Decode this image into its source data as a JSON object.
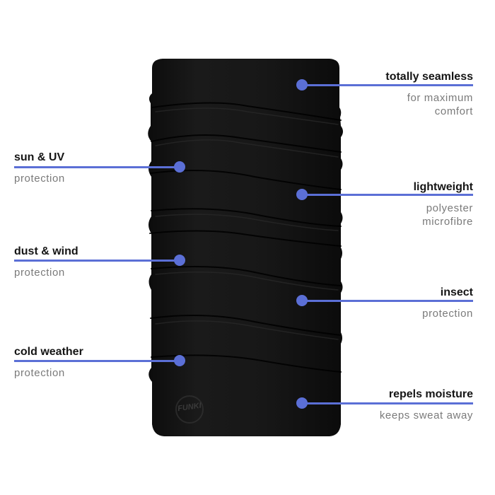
{
  "product": {
    "logo_text": "FUNKI",
    "accent_color": "#5b6fd6",
    "fabric_color": "#141414"
  },
  "features_left": [
    {
      "id": "sun-uv",
      "title": "sun & UV",
      "subtitle": [
        "protection"
      ]
    },
    {
      "id": "dust-wind",
      "title": "dust & wind",
      "subtitle": [
        "protection"
      ]
    },
    {
      "id": "cold-weather",
      "title": "cold weather",
      "subtitle": [
        "protection"
      ]
    }
  ],
  "features_right": [
    {
      "id": "totally-seamless",
      "title": "totally seamless",
      "subtitle": [
        "for maximum",
        "comfort"
      ]
    },
    {
      "id": "lightweight",
      "title": "lightweight",
      "subtitle": [
        "polyester",
        "microfibre"
      ]
    },
    {
      "id": "insect",
      "title": "insect",
      "subtitle": [
        "protection"
      ]
    },
    {
      "id": "repels-moisture",
      "title": "repels moisture",
      "subtitle": [
        "keeps sweat away"
      ]
    }
  ]
}
